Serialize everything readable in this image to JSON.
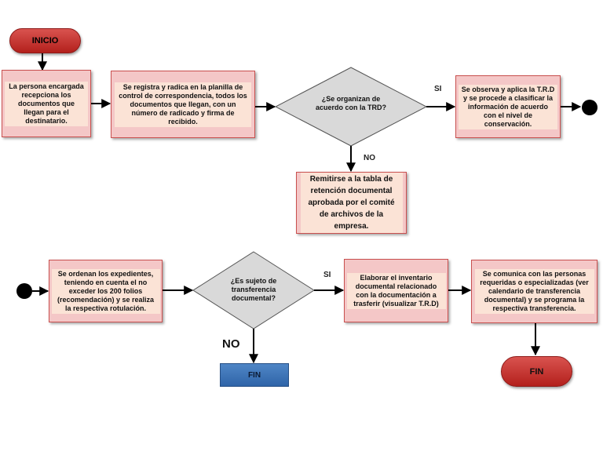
{
  "start": {
    "label": "INICIO"
  },
  "flow1": {
    "step1": "La persona encargada recepciona los documentos que llegan para el destinatario.",
    "step2": "Se registra y radica en la planilla de control de correspondencia, todos los documentos que llegan, con un número de radicado y firma de recibido.",
    "decision": "¿Se organizan de acuerdo con la TRD?",
    "yes_label": "SI",
    "no_label": "NO",
    "yes_step": "Se observa y aplica la T.R.D y se procede a clasificar la información de acuerdo con el nivel de conservación.",
    "no_step": "Remitirse a la tabla de retención documental aprobada por el comité de archivos de la empresa."
  },
  "flow2": {
    "step1": "Se ordenan los expedientes, teniendo en cuenta el no exceder los 200 folios (recomendación) y se realiza la respectiva rotulación.",
    "decision": "¿Es sujeto de transferencia documental?",
    "yes_label": "SI",
    "no_label": "NO",
    "no_end": "FIN",
    "yes_step": "Elaborar el inventario documental relacionado con la documentación a trasferir (visualizar T.R.D)",
    "final_step": "Se comunica con las personas requeridas o especializadas (ver calendario de transferencia documental) y se programa la respectiva transferencia.",
    "end": "FIN"
  },
  "colors": {
    "box_fill": "#f4c7c7",
    "box_border": "#c9504f",
    "terminal_red": "#c0302c",
    "terminal_blue": "#3a70b5",
    "decision_fill": "#d9d9d9"
  }
}
